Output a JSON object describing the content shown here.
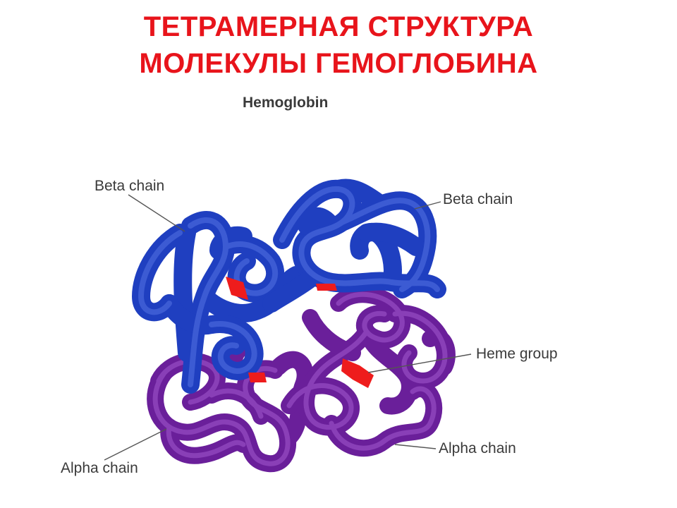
{
  "title": {
    "line1": "ТЕТРАМЕРНАЯ СТРУКТУРА",
    "line2": "МОЛЕКУЛЫ ГЕМОГЛОБИНА"
  },
  "figure": {
    "title": "Hemoglobin",
    "labels": {
      "beta_left": "Beta chain",
      "beta_right": "Beta chain",
      "heme": "Heme group",
      "alpha_left": "Alpha chain",
      "alpha_right": "Alpha chain"
    }
  },
  "colors": {
    "title": "#e8141b",
    "text": "#3a3a3a",
    "beta_chain": "#1f3fc0",
    "beta_chain_highlight": "#5a78e6",
    "alpha_chain": "#6a1f9a",
    "alpha_chain_highlight": "#a45ad0",
    "heme": "#ee1c1c",
    "leader": "#555555"
  }
}
